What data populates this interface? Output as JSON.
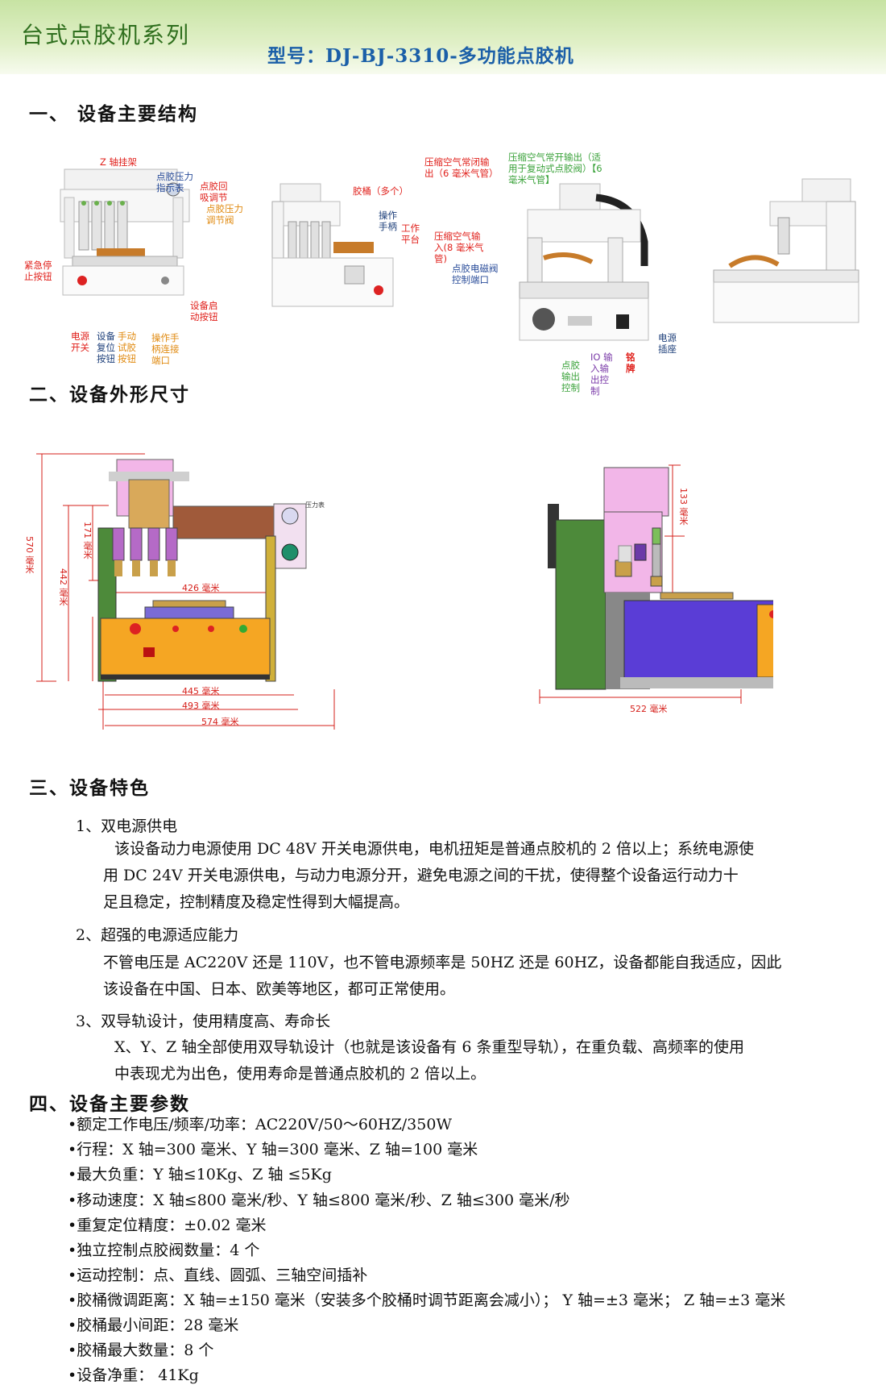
{
  "header": {
    "series": "台式点胶机系列",
    "model": "型号：DJ-BJ-3310-多功能点胶机"
  },
  "sections": {
    "s1": "一、 设备主要结构",
    "s2": "二、设备外形尺寸",
    "s3": "三、设备特色",
    "s4": "四、设备主要参数"
  },
  "photo1": {
    "z_mount": "Z 轴挂架",
    "pressure_gauge": "点胶压力\n指示表",
    "suckback": "点胶回\n吸调节",
    "pressure_valve": "点胶压力\n调节阀",
    "estop": "紧急停\n止按钮",
    "start": "设备启\n动按钮",
    "power_switch": "电源\n开关",
    "reset": "设备\n复位\n按钮",
    "manual": "手动\n试胶\n按钮",
    "handle_port": "操作手\n柄连接\n端口"
  },
  "photo2": {
    "barrel": "胶桶（多个）",
    "handle": "操作\n手柄",
    "platform": "工作\n平台"
  },
  "photo3": {
    "air_nc": "压缩空气常闭输\n出（6 毫米气管）",
    "air_no": "压缩空气常开输出（适\n用于复动式点胶阀）【6\n毫米气管】",
    "air_in": "压缩空气输\n入(8 毫米气\n管)",
    "solenoid": "点胶电磁阀\n控制端口",
    "dispense_out": "点胶\n输出\n控制",
    "io": "IO 输\n入输\n出控\n制",
    "nameplate": "铭\n牌",
    "socket": "电源\n插座"
  },
  "dims": {
    "left": {
      "h570": "570 毫米",
      "h442": "442 毫米",
      "h171": "171 毫米",
      "w426": "426 毫米",
      "w445": "445 毫米",
      "w493": "493 毫米",
      "w574": "574 毫米"
    },
    "right": {
      "h133": "133 毫米",
      "w522": "522 毫米"
    },
    "gauge_label": "压力表"
  },
  "features": [
    {
      "title": "1、双电源供电",
      "lines": [
        "该设备动力电源使用 DC 48V 开关电源供电，电机扭矩是普通点胶机的 2 倍以上；系统电源使",
        "用 DC 24V 开关电源供电，与动力电源分开，避免电源之间的干扰，使得整个设备运行动力十",
        "足且稳定，控制精度及稳定性得到大幅提高。"
      ]
    },
    {
      "title": "2、超强的电源适应能力",
      "lines": [
        "不管电压是 AC220V 还是 110V，也不管电源频率是 50HZ 还是 60HZ，设备都能自我适应，因此",
        "该设备在中国、日本、欧美等地区，都可正常使用。"
      ]
    },
    {
      "title": "3、双导轨设计，使用精度高、寿命长",
      "lines": [
        "X、Y、Z 轴全部使用双导轨设计（也就是该设备有 6 条重型导轨），在重负载、高频率的使用",
        "中表现尤为出色，使用寿命是普通点胶机的 2 倍以上。"
      ]
    }
  ],
  "params": [
    "•额定工作电压/频率/功率：AC220V/50～60HZ/350W",
    "•行程：X 轴=300 毫米、Y 轴=300 毫米、Z 轴=100 毫米",
    "•最大负重：Y 轴≤10Kg、Z 轴 ≤5Kg",
    "•移动速度：X 轴≤800 毫米/秒、Y 轴≤800 毫米/秒、Z 轴≤300 毫米/秒",
    "•重复定位精度：±0.02 毫米",
    "•独立控制点胶阀数量：4 个",
    "•运动控制：点、直线、圆弧、三轴空间插补",
    "•胶桶微调距离：X 轴=±150 毫米（安装多个胶桶时调节距离会减小）； Y 轴=±3 毫米； Z 轴=±3 毫米",
    "•胶桶最小间距：28 毫米",
    "•胶桶最大数量：8 个",
    "•设备净重： 41Kg"
  ],
  "colors": {
    "header_green": "#c7e3a3",
    "title_green": "#2f6f1e",
    "model_blue": "#1b5fa8",
    "dim_red": "#d6201b"
  }
}
